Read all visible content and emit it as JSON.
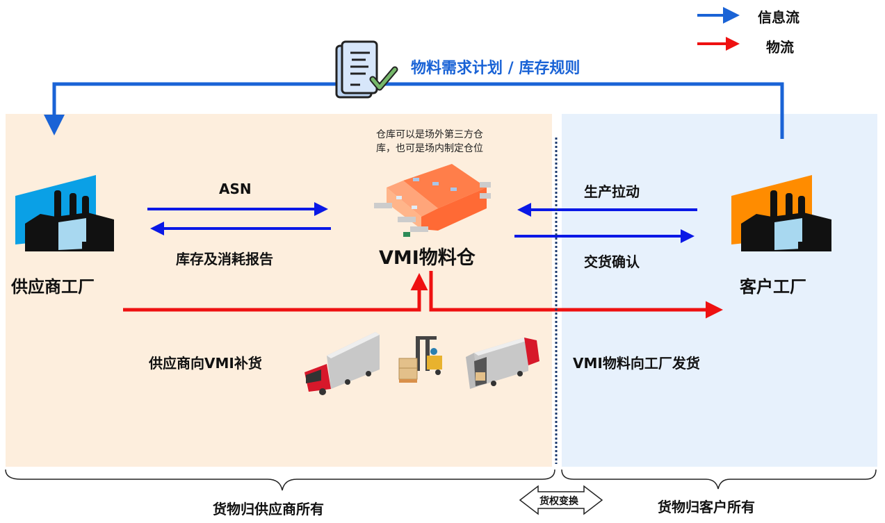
{
  "legend": {
    "items": [
      {
        "label": "信息流",
        "color": "#1a63d6"
      },
      {
        "label": "物流",
        "color": "#ee1111"
      }
    ]
  },
  "top_plan": {
    "label": "物料需求计划 / 库存规则",
    "icon": "document-check-icon"
  },
  "warehouse": {
    "note_line1": "仓库可以是场外第三方仓",
    "note_line2": "库，也可是场内制定仓位",
    "label": "VMI物料仓",
    "icon": "warehouse-icon"
  },
  "supplier": {
    "label": "供应商工厂",
    "icon": "factory-icon",
    "accent": "#0aa0e6"
  },
  "customer": {
    "label": "客户工厂",
    "icon": "factory-icon",
    "accent": "#ff8c00"
  },
  "info_flows": {
    "asn": "ASN",
    "inventory_report": "库存及消耗报告",
    "production_pull": "生产拉动",
    "delivery_confirm": "交货确认"
  },
  "material_flows": {
    "replenish": "供应商向VMI补货",
    "ship_to_factory": "VMI物料向工厂发货"
  },
  "ownership": {
    "supplier_owned": "货物归供应商所有",
    "transfer": "货权变换",
    "customer_owned": "货物归客户所有"
  },
  "colors": {
    "info_flow": "#1a63d6",
    "info_arrow": "#0a18e6",
    "material_flow": "#ee1111",
    "supplier_zone": "#fdeedd",
    "customer_zone": "#e7f1fc",
    "divider": "#1c3a6e"
  }
}
